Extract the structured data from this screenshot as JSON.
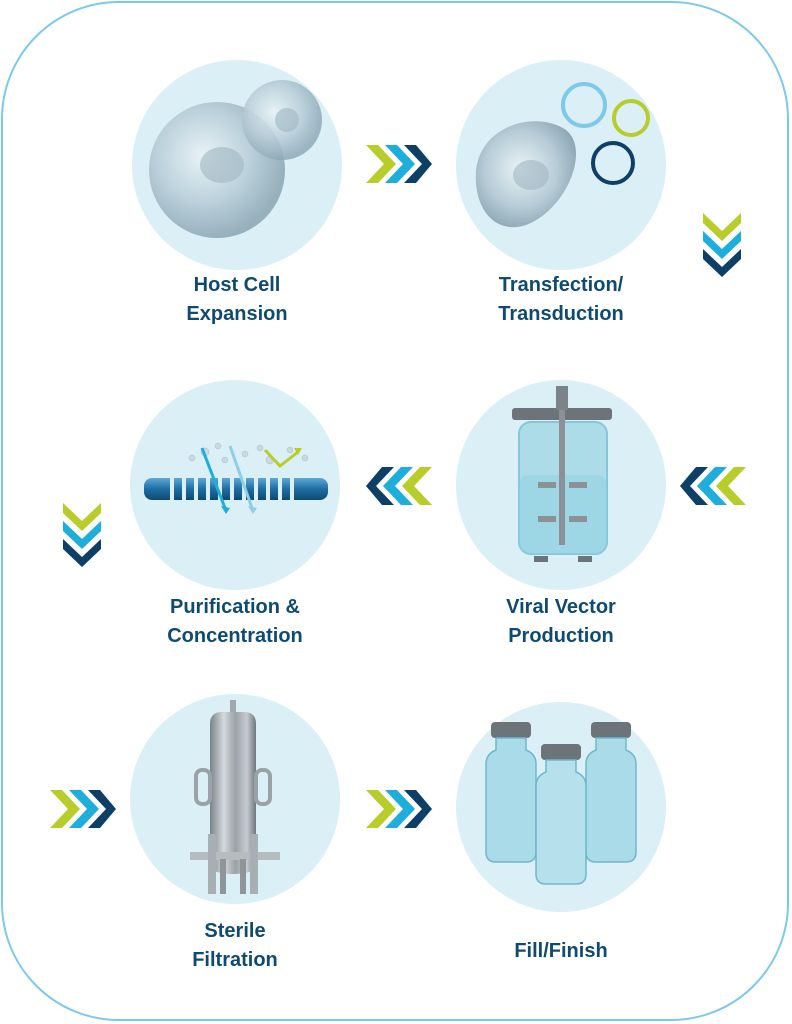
{
  "diagram": {
    "colors": {
      "border": "#7ec8ec",
      "circle_bg": "#dbeff6",
      "label_text": "#0e4a72",
      "chevron_lime": "#b8cc2a",
      "chevron_cyan": "#1eaedb",
      "chevron_navy": "#0e3f66"
    },
    "steps": [
      {
        "id": 1,
        "icon": "cells-icon",
        "line1": "Host Cell",
        "line2": "Expansion"
      },
      {
        "id": 2,
        "icon": "transfection-icon",
        "line1": "Transfection/",
        "line2": "Transduction"
      },
      {
        "id": 3,
        "icon": "bioreactor-icon",
        "line1": "Viral Vector",
        "line2": "Production"
      },
      {
        "id": 4,
        "icon": "chromatography-column-icon",
        "line1": "Purification &",
        "line2": "Concentration"
      },
      {
        "id": 5,
        "icon": "filter-housing-icon",
        "line1": "Sterile",
        "line2": "Filtration"
      },
      {
        "id": 6,
        "icon": "vials-icon",
        "line1": "Fill/Finish",
        "line2": ""
      }
    ],
    "arrows": [
      {
        "from": 1,
        "to": 2,
        "direction": "right"
      },
      {
        "from": 2,
        "to": 3,
        "direction": "down"
      },
      {
        "from": 3,
        "to": 4,
        "direction": "left",
        "note": "inbound left chevron at right edge"
      },
      {
        "from": 4,
        "to": 5,
        "direction": "down"
      },
      {
        "from": 5,
        "to": 6,
        "direction": "right",
        "note": "inbound right chevron at left edge"
      }
    ]
  }
}
